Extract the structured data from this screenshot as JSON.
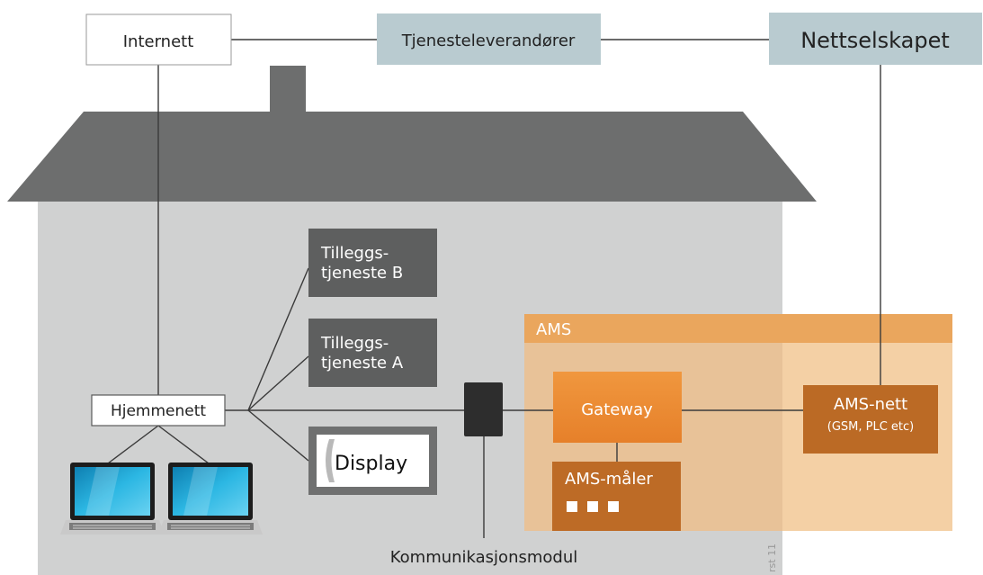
{
  "nodes": {
    "internet": "Internett",
    "service_providers": "Tjenesteleverandører",
    "grid_company": "Nettselskapet",
    "addon_b_line1": "Tilleggs-",
    "addon_b_line2": "tjeneste B",
    "addon_a_line1": "Tilleggs-",
    "addon_a_line2": "tjeneste A",
    "home_network": "Hjemmenett",
    "display": "Display",
    "ams_region": "AMS",
    "gateway": "Gateway",
    "ams_meter": "AMS-måler",
    "ams_net": "AMS-nett",
    "ams_net_sub": "(GSM, PLC etc)",
    "comm_module": "Kommunikasjonsmodul"
  },
  "credit": "rst 11",
  "icons": {
    "laptop": "laptop-icon",
    "comm_module_box": "communication-module-icon",
    "meter_indicators": "meter-display-icon"
  },
  "colors": {
    "house_wall": "#d0d1d1",
    "roof": "#6d6e6e",
    "dark_box": "#5e5f5f",
    "cloud_box": "#b9cbd0",
    "ams_band": "#eaa65d",
    "ams_area": "#f4d0a5",
    "gateway": "#e8862e",
    "meter": "#bd6b26",
    "ams_net": "#bb6a25",
    "line": "#333333",
    "screen": "#1aa5cf"
  }
}
